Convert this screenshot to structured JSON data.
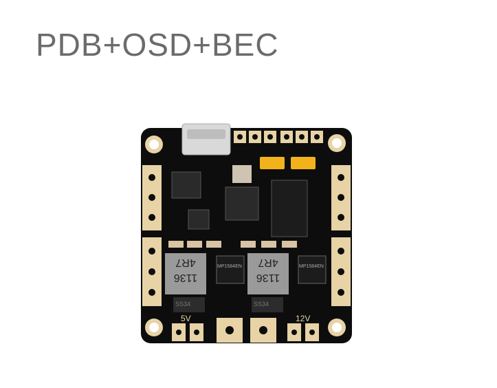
{
  "title": "PDB+OSD+BEC",
  "board": {
    "inductor_left_line1": "1136",
    "inductor_left_line2": "4R7",
    "inductor_right_line1": "1136",
    "inductor_right_line2": "4R7",
    "label_5v": "5V",
    "label_12v": "12V",
    "diode_left": "SS34",
    "diode_right": "SS34",
    "ic_left": "MP1584EN",
    "ic_right": "MP1584EN"
  },
  "colors": {
    "pcb": "#0d0d0d",
    "pad_gold": "#e7d3a6",
    "inductor_grey": "#9a9a9a",
    "smd_orange": "#f2b21c",
    "title_grey": "#6b6b6b"
  }
}
